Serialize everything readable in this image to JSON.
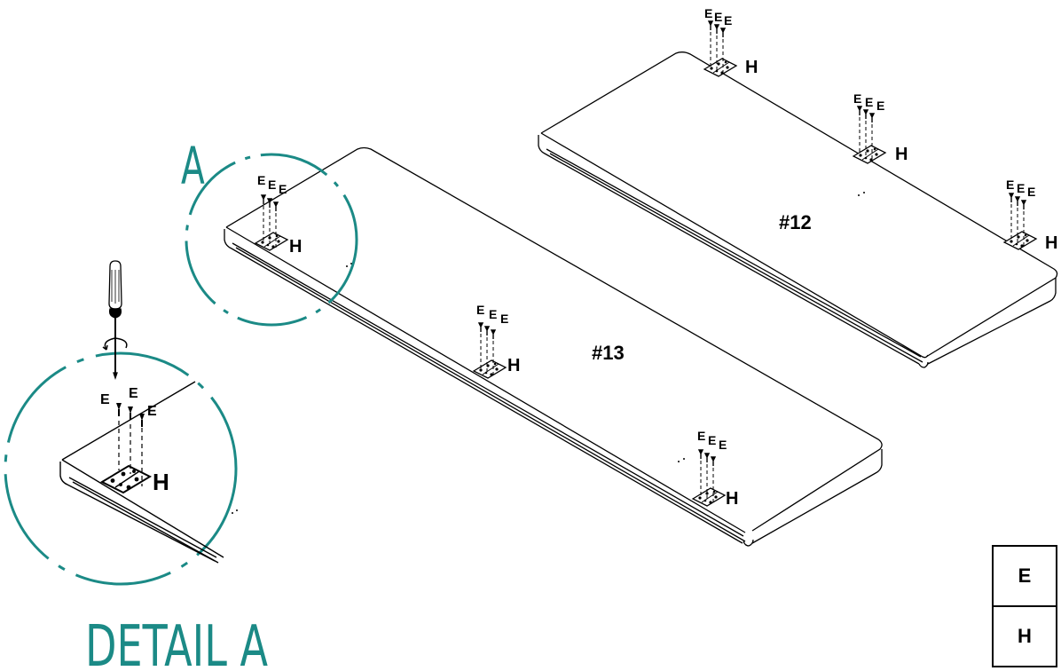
{
  "panels": [
    {
      "id": "#12"
    },
    {
      "id": "#13"
    }
  ],
  "part_labels": {
    "screw": "E",
    "hinge": "H"
  },
  "detail": {
    "callout": "A",
    "caption": "DETAIL A"
  },
  "legend": {
    "rows": [
      "E",
      "H"
    ]
  },
  "colors": {
    "detail_accent": "#1b8a86",
    "line": "#000000"
  }
}
